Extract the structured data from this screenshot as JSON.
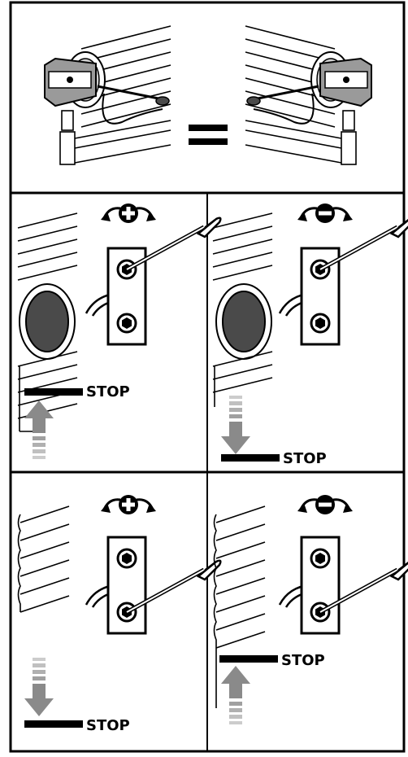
{
  "labels": {
    "stop": "STOP"
  },
  "panels": [
    {
      "id": "top-equivalence",
      "symbol": "equals",
      "description_icon": "motor-both-sides"
    },
    {
      "id": "up-limit-plus",
      "direction_symbol": "plus",
      "screw": "top",
      "arrow": "up"
    },
    {
      "id": "down-limit-minus",
      "direction_symbol": "minus",
      "screw": "top",
      "arrow": "down"
    },
    {
      "id": "down-limit-plus",
      "direction_symbol": "plus",
      "screw": "bottom",
      "arrow": "down"
    },
    {
      "id": "up-limit-minus",
      "direction_symbol": "minus",
      "screw": "bottom",
      "arrow": "up"
    }
  ],
  "colors": {
    "line": "#000000",
    "fill_dark": "#4a4a4a",
    "fill_mid": "#9a9a9a",
    "fill_light": "#c8c8c8",
    "background": "#ffffff"
  }
}
